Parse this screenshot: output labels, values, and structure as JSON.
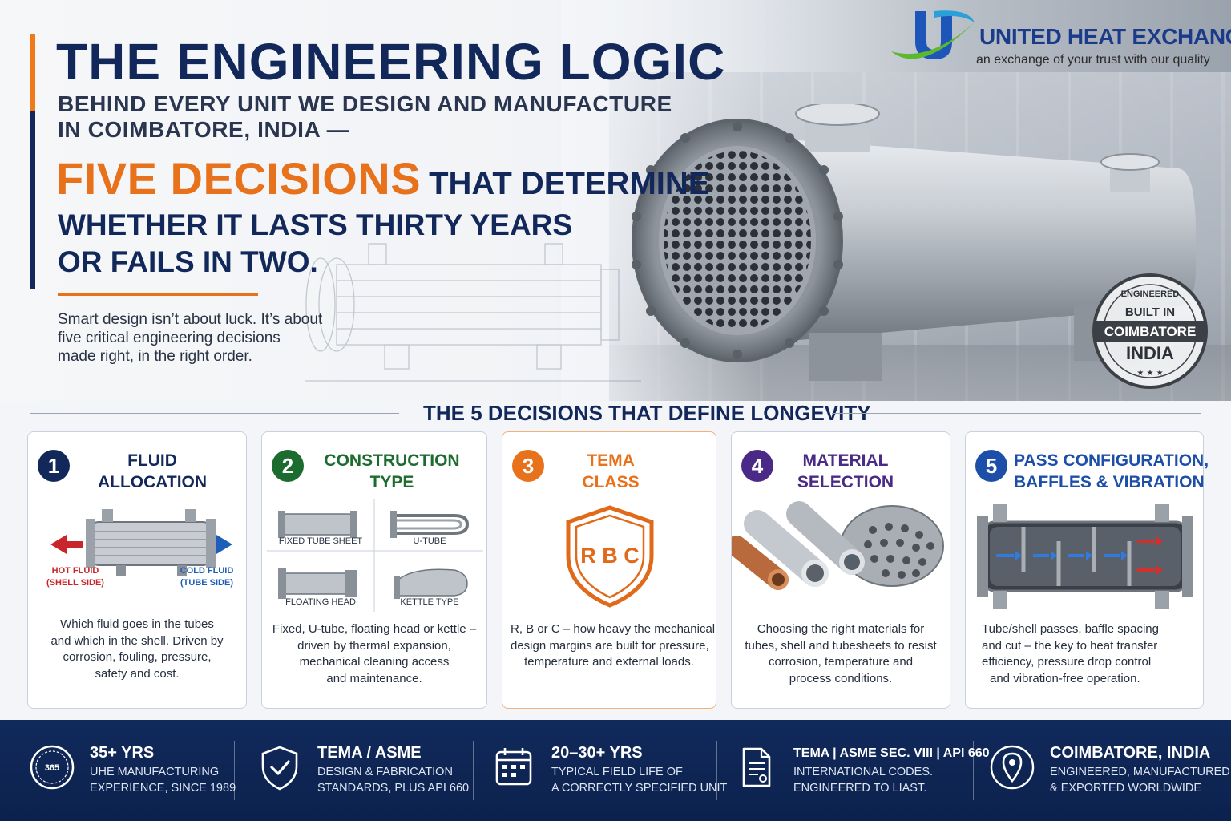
{
  "brand": {
    "name": "UNITED HEAT EXCHANGERS",
    "tagline": "an exchange of your trust with our quality"
  },
  "hero": {
    "line1": "THE ENGINEERING LOGIC",
    "line2a": "BEHIND EVERY UNIT WE DESIGN AND MANUFACTURE",
    "line2b": "IN COIMBATORE, INDIA —",
    "highlight": "FIVE DECISIONS",
    "line3": "THAT DETERMINE",
    "line4a": "WHETHER IT LASTS THIRTY YEARS",
    "line4b": "OR FAILS IN TWO.",
    "lead": [
      "Smart design isn’t about luck. It’s about",
      "five critical engineering decisions",
      "made right, in the right order."
    ]
  },
  "stamp": {
    "top": "ENGINEERED",
    "l1": "BUILT IN",
    "l2": "COIMBATORE",
    "l3": "INDIA",
    "stars": "★ ★ ★"
  },
  "section_title": "THE 5 DECISIONS THAT DEFINE LONGEVITY",
  "colors": {
    "navy": "#13285a",
    "green": "#1c6b2f",
    "orange": "#e8711c",
    "purple": "#4a2a86",
    "blue": "#1d4fa8",
    "hot": "#c8262a",
    "cold": "#1d5fb8"
  },
  "cards": [
    {
      "number": "1",
      "title": [
        "FLUID",
        "ALLOCATION"
      ],
      "hot_label": [
        "HOT FLUID",
        "(SHELL SIDE)"
      ],
      "cold_label": [
        "COLD FLUID",
        "(TUBE SIDE)"
      ],
      "desc": [
        "Which fluid goes in the tubes",
        "and which in the shell. Driven by",
        "corrosion, fouling, pressure,",
        "safety and cost."
      ]
    },
    {
      "number": "2",
      "title": [
        "CONSTRUCTION",
        "TYPE"
      ],
      "types": [
        "FIXED TUBE SHEET",
        "U-TUBE",
        "FLOATING HEAD",
        "KETTLE TYPE"
      ],
      "desc": [
        "Fixed, U-tube, floating head or kettle –",
        "driven by thermal expansion,",
        "mechanical cleaning access",
        "and maintenance."
      ]
    },
    {
      "number": "3",
      "title": [
        "TEMA",
        "CLASS"
      ],
      "shield_text": "R B C",
      "desc": [
        "R, B or C – how heavy the mechanical",
        "design margins are built for pressure,",
        "temperature and external loads."
      ]
    },
    {
      "number": "4",
      "title": [
        "MATERIAL",
        "SELECTION"
      ],
      "desc": [
        "Choosing the right materials for",
        "tubes, shell and tubesheets to resist",
        "corrosion, temperature and",
        "process conditions."
      ]
    },
    {
      "number": "5",
      "title": [
        "PASS CONFIGURATION,",
        "BAFFLES & VIBRATION"
      ],
      "desc": [
        "Tube/shell passes, baffle spacing",
        "and cut – the key to heat transfer",
        "efficiency, pressure drop control",
        "and vibration-free operation."
      ]
    }
  ],
  "footer": [
    {
      "icon": "seal-365-icon",
      "badge": "365",
      "head": "35+ YRS",
      "sub": [
        "UHE MANUFACTURING",
        "EXPERIENCE, SINCE 1989"
      ]
    },
    {
      "icon": "shield-check-icon",
      "head": "TEMA / ASME",
      "sub": [
        "DESIGN & FABRICATION",
        "STANDARDS, PLUS API 660"
      ]
    },
    {
      "icon": "calendar-icon",
      "head": "20–30+ YRS",
      "sub": [
        "TYPICAL FIELD LIFE OF",
        "A CORRECTLY SPECIFIED UNIT"
      ]
    },
    {
      "icon": "document-icon",
      "head": "TEMA | ASME SEC. VIII | API 660",
      "sub": [
        "INTERNATIONAL CODES.",
        "ENGINEERED TO LIAST."
      ]
    },
    {
      "icon": "location-pin-icon",
      "head": "COIMBATORE, INDIA",
      "sub": [
        "ENGINEERED, MANUFACTURED",
        "& EXPORTED WORLDWIDE"
      ]
    }
  ]
}
